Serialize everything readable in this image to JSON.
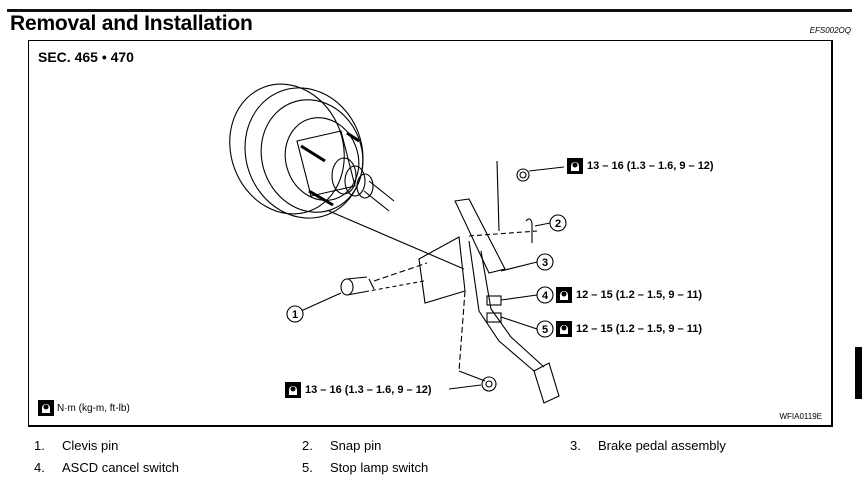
{
  "header": {
    "title": "Removal and Installation",
    "doc_code": "EFS002OQ"
  },
  "figure": {
    "section": "SEC. 465 • 470",
    "figure_code": "WFIA0119E",
    "unit_legend": "N·m (kg-m, ft-lb)",
    "unit_icon": "torque-wrench-icon",
    "torque_specs": [
      {
        "id": "nut-upper",
        "value": "13 – 16 (1.3 – 1.6, 9 – 12)"
      },
      {
        "id": "part-4",
        "callout": "4",
        "value": "12 – 15 (1.2 – 1.5, 9 – 11)"
      },
      {
        "id": "part-5",
        "callout": "5",
        "value": "12 – 15 (1.2 – 1.5, 9 – 11)"
      },
      {
        "id": "nut-lower",
        "value": "13 – 16 (1.3 – 1.6, 9 – 12)"
      }
    ],
    "callouts": [
      "1",
      "2",
      "3",
      "4",
      "5"
    ]
  },
  "parts": [
    {
      "num": "1.",
      "name": "Clevis pin"
    },
    {
      "num": "2.",
      "name": "Snap pin"
    },
    {
      "num": "3.",
      "name": "Brake pedal assembly"
    },
    {
      "num": "4.",
      "name": "ASCD cancel switch"
    },
    {
      "num": "5.",
      "name": "Stop lamp switch"
    }
  ]
}
